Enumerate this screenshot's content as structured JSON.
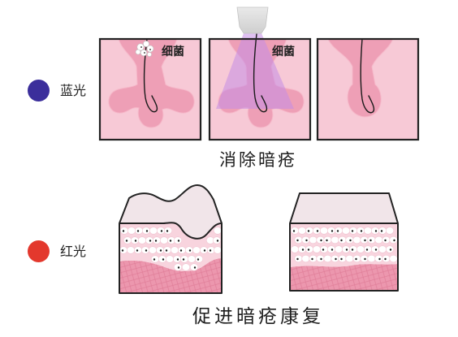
{
  "legend": {
    "blue_light": {
      "label": "蓝光",
      "color": "#3b2e9b"
    },
    "red_light": {
      "label": "红光",
      "color": "#e3382d"
    }
  },
  "acne_removal": {
    "caption": "消除暗疮",
    "panels": [
      {
        "bacteria_label": "细菌"
      },
      {
        "bacteria_label": "细菌"
      }
    ]
  },
  "acne_healing": {
    "caption": "促进暗疮康复"
  },
  "colors": {
    "outline": "#222222",
    "skin": "#f7c9d6",
    "follicle": "#ee9fb6",
    "epidermis": "#f8d4de",
    "dermis": "#ec97ae",
    "surface": "#f1e5e9",
    "blue_light_beam": "#c48de6",
    "device": "#d6d6d6"
  }
}
